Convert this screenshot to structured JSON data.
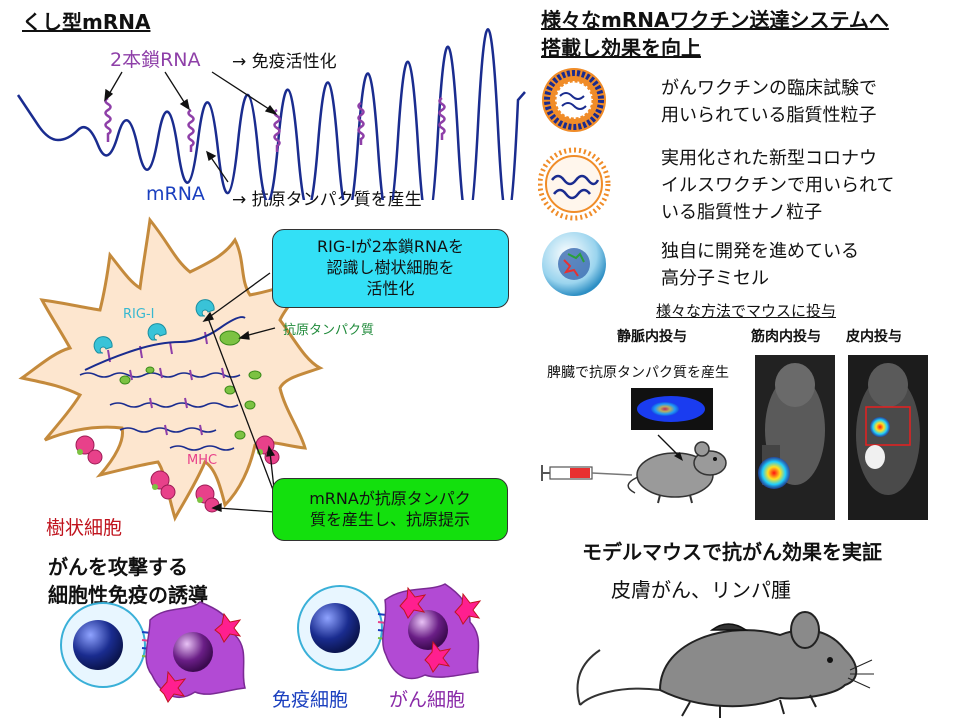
{
  "left": {
    "title": "くし型mRNA",
    "dsrna_label": "2本鎖RNA",
    "dsrna_effect": "→ 免疫活性化",
    "mrna_label": "mRNA",
    "mrna_effect": "→ 抗原タンパク質を産生",
    "rigi_callout": [
      "RIG-Iが2本鎖RNAを",
      "認識し樹状細胞を",
      "活性化"
    ],
    "rigi_label": "RIG-I",
    "antigen_label": "抗原タンパク質",
    "mhc_label": "MHC",
    "mrna_callout": [
      "mRNAが抗原タンパク",
      "質を産生し、抗原提示"
    ],
    "dendritic_cell_label": "樹状細胞",
    "immunity_title": [
      "がんを攻撃する",
      "細胞性免疫の誘導"
    ],
    "immune_cell_label": "免疫細胞",
    "cancer_cell_label": "がん細胞"
  },
  "right": {
    "title": [
      "様々なmRNAワクチン送達システムへ",
      "搭載し効果を向上"
    ],
    "systems": [
      {
        "icon": "lipid-particle-icon",
        "lines": [
          "がんワクチンの臨床試験で",
          "用いられている脂質性粒子"
        ]
      },
      {
        "icon": "lipid-nanoparticle-icon",
        "lines": [
          "実用化された新型コロナウ",
          "イルスワクチンで用いられて",
          "いる脂質性ナノ粒子"
        ]
      },
      {
        "icon": "polymer-micelle-icon",
        "lines": [
          "独自に開発を進めている",
          "高分子ミセル"
        ]
      }
    ],
    "admin_title": "様々な方法でマウスに投与",
    "routes": [
      "静脈内投与",
      "筋肉内投与",
      "皮内投与"
    ],
    "spleen_label": "脾臓で抗原タンパク質を産生",
    "model_title": "モデルマウスで抗がん効果を実証",
    "model_label": "皮膚がん、リンパ腫"
  },
  "colors": {
    "mrna_strand": "#1a2c8f",
    "dsrna": "#8e3fa8",
    "cell_fill": "#fde6cf",
    "cell_stroke": "#c48a3c",
    "callout_cyan": "#33e0f6",
    "callout_green": "#13e00d",
    "red_label": "#c0141e",
    "blue_label": "#1a3fbf",
    "purple_label": "#8a2aa8",
    "cancer_cell": "#b24ad4",
    "mhc_pink": "#e8418a"
  }
}
